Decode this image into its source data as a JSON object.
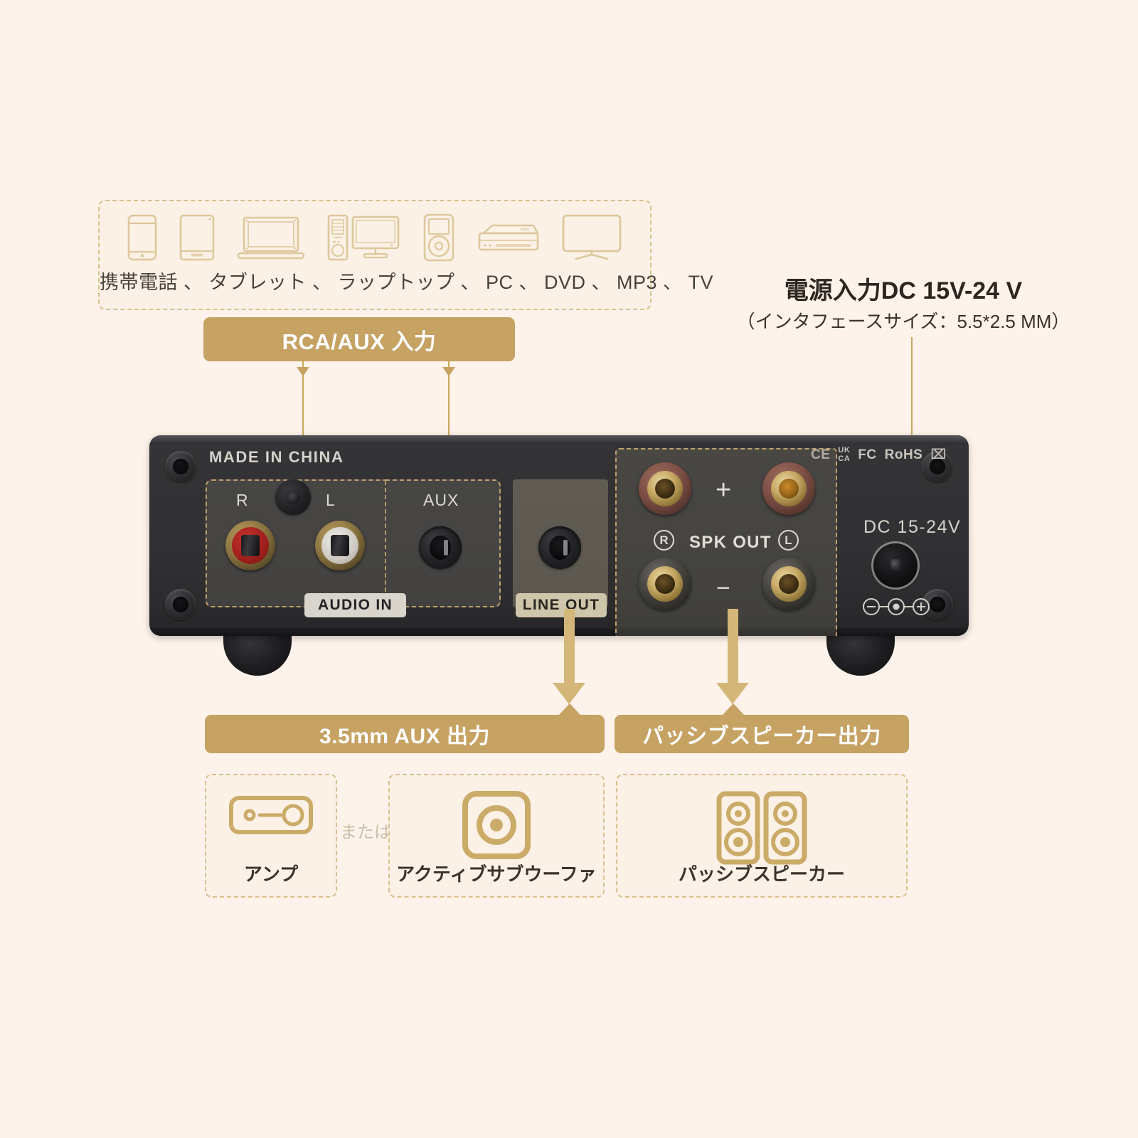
{
  "colors": {
    "background": "#FDF3EA",
    "gold": "#C6A263",
    "gold_light": "#D4B778",
    "dashed_border": "#D9C08E",
    "chassis": "#313133",
    "text_dark": "#2d2620"
  },
  "device_strip": {
    "caption": "携帯電話 、 タブレット 、 ラップトップ 、 PC 、 DVD 、 MP3 、 TV",
    "icons": [
      {
        "name": "smartphone-icon",
        "label": "携帯電話"
      },
      {
        "name": "tablet-icon",
        "label": "タブレット"
      },
      {
        "name": "laptop-icon",
        "label": "ラップトップ"
      },
      {
        "name": "desktop-pc-icon",
        "label": "PC"
      },
      {
        "name": "mp3-player-icon",
        "label": "MP3"
      },
      {
        "name": "dvd-player-icon",
        "label": "DVD"
      },
      {
        "name": "tv-icon",
        "label": "TV"
      }
    ]
  },
  "banners": {
    "rca_aux_input": "RCA/AUX 入力",
    "aux_output": "3.5mm AUX 出力",
    "passive_speaker_output": "パッシブスピーカー出力"
  },
  "power_input": {
    "title": "電源入力DC 15V-24 V",
    "subtitle": "（インタフェースサイズ：5.5*2.5 MM）"
  },
  "amplifier": {
    "made_in": "MADE IN CHINA",
    "audio_in_badge": "AUDIO IN",
    "line_out_badge": "LINE OUT",
    "jack_labels": {
      "rca_right": "R",
      "rca_left": "L",
      "aux": "AUX"
    },
    "speaker_section": {
      "title": "SPK OUT",
      "right": "R",
      "left": "L",
      "positive": "+",
      "negative": "−"
    },
    "dc_label": "DC 15-24V",
    "certifications": [
      {
        "name": "ce-mark",
        "text": "CE"
      },
      {
        "name": "ukca-mark",
        "line1": "UK",
        "line2": "CA"
      },
      {
        "name": "fcc-mark",
        "text": "FC"
      },
      {
        "name": "rohs-mark",
        "text": "RoHS"
      },
      {
        "name": "weee-mark",
        "text": "⌧"
      }
    ]
  },
  "options": {
    "separator": "または",
    "amp": {
      "icon": "amplifier-icon",
      "label": "アンプ"
    },
    "subwoofer": {
      "icon": "subwoofer-icon",
      "label": "アクティブサブウーファ"
    },
    "passive_speaker": {
      "icon": "passive-speaker-pair-icon",
      "label": "パッシブスピーカー"
    }
  }
}
